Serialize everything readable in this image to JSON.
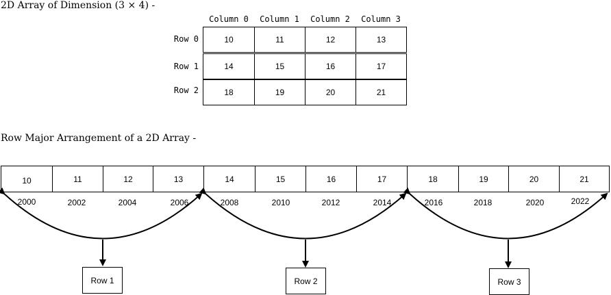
{
  "matrix": {
    "title": "2D Array of Dimension (3 × 4) -",
    "column_headers": [
      "Column 0",
      "Column 1",
      "Column 2",
      "Column 3"
    ],
    "row_headers": [
      "Row 0",
      "Row 1",
      "Row 2"
    ],
    "values": [
      [
        "10",
        "11",
        "12",
        "13"
      ],
      [
        "14",
        "15",
        "16",
        "17"
      ],
      [
        "18",
        "19",
        "20",
        "21"
      ]
    ]
  },
  "linear": {
    "title": "Row Major Arrangement of a 2D Array -",
    "values": [
      "10",
      "11",
      "12",
      "13",
      "14",
      "15",
      "16",
      "17",
      "18",
      "19",
      "20",
      "21"
    ],
    "addresses": [
      "2000",
      "2002",
      "2004",
      "2006",
      "2008",
      "2010",
      "2012",
      "2014",
      "2016",
      "2018",
      "2020",
      "2022"
    ],
    "groups": [
      "Row 1",
      "Row 2",
      "Row 3"
    ]
  }
}
